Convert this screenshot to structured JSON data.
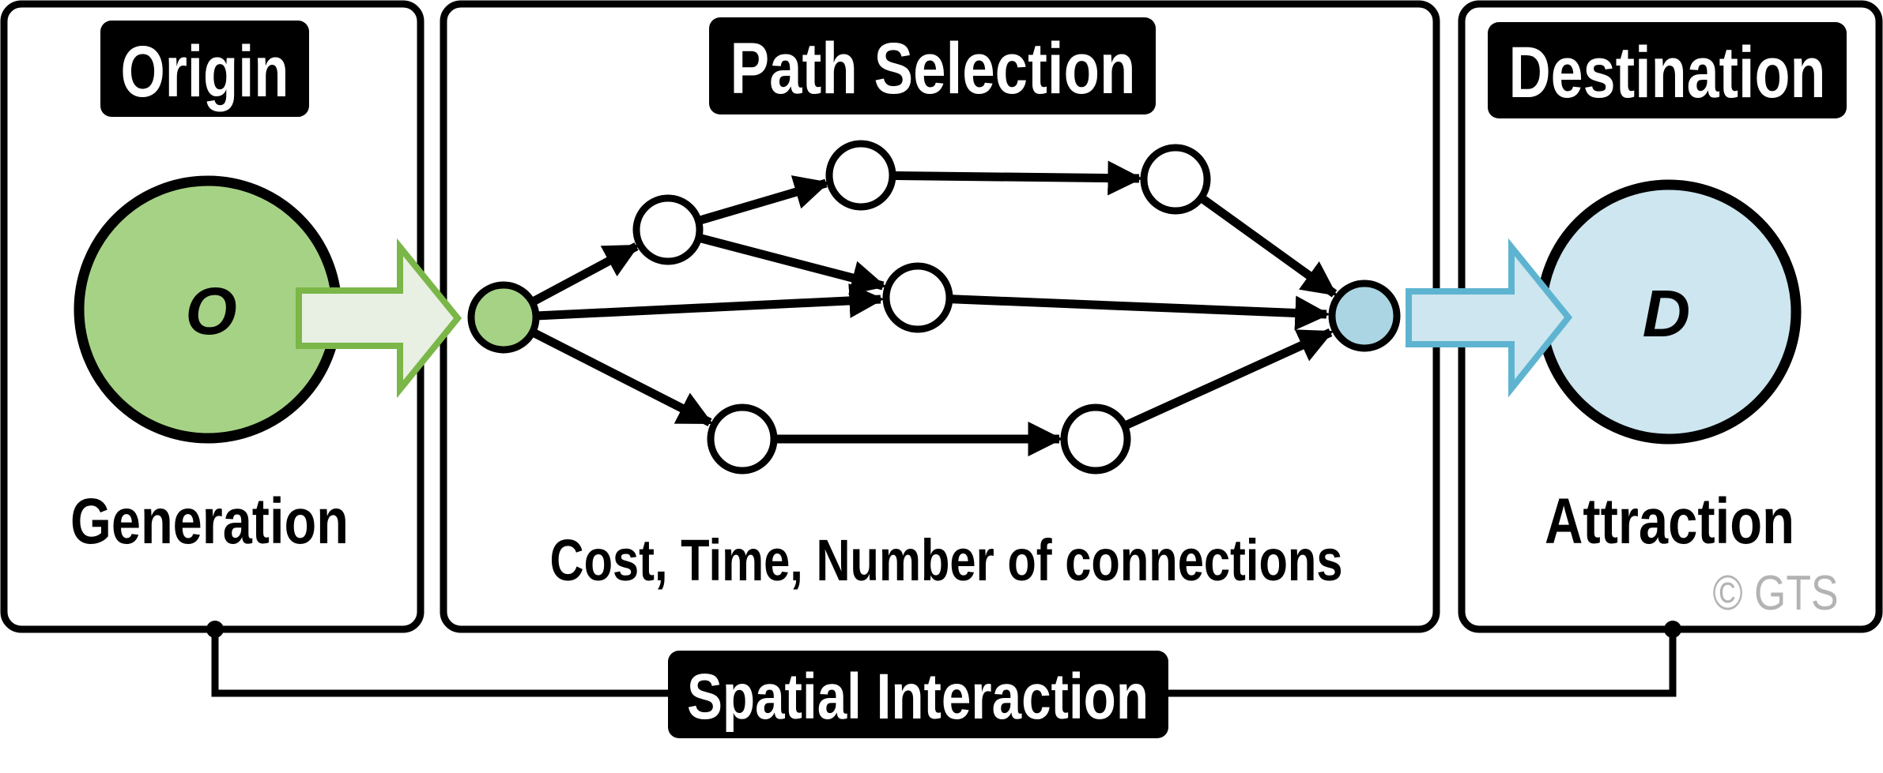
{
  "colors": {
    "ink": "#000000",
    "origin_fill": "#a6d285",
    "origin_arrow_fill": "#e8efe3",
    "origin_arrow_stroke": "#7ab648",
    "destination_fill": "#cde6ef",
    "destination_node_fill": "#abd5e2",
    "destination_arrow_fill": "#cde6ef",
    "destination_arrow_stroke": "#5eb4d0",
    "copyright": "#b3b3b3",
    "background": "#ffffff"
  },
  "panels": {
    "origin": {
      "title": "Origin",
      "node_letter": "O",
      "caption": "Generation"
    },
    "path_selection": {
      "title": "Path Selection",
      "caption": "Cost, Time, Number of connections",
      "network": {
        "nodes": [
          {
            "id": "origin-node",
            "type": "origin"
          },
          {
            "id": "node-a",
            "type": "intermediate"
          },
          {
            "id": "node-b",
            "type": "intermediate"
          },
          {
            "id": "node-c",
            "type": "intermediate"
          },
          {
            "id": "node-d",
            "type": "intermediate"
          },
          {
            "id": "node-e",
            "type": "intermediate"
          },
          {
            "id": "node-f",
            "type": "intermediate"
          },
          {
            "id": "destination-node",
            "type": "destination"
          }
        ],
        "edges": [
          [
            "origin-node",
            "node-a"
          ],
          [
            "origin-node",
            "node-c"
          ],
          [
            "origin-node",
            "node-d"
          ],
          [
            "node-a",
            "node-b"
          ],
          [
            "node-a",
            "node-c"
          ],
          [
            "node-b",
            "node-e"
          ],
          [
            "node-e",
            "destination-node"
          ],
          [
            "node-c",
            "destination-node"
          ],
          [
            "node-d",
            "node-f"
          ],
          [
            "node-f",
            "destination-node"
          ]
        ]
      }
    },
    "destination": {
      "title": "Destination",
      "node_letter": "D",
      "caption": "Attraction",
      "copyright": "© GTS"
    }
  },
  "connector": {
    "label": "Spatial Interaction"
  }
}
